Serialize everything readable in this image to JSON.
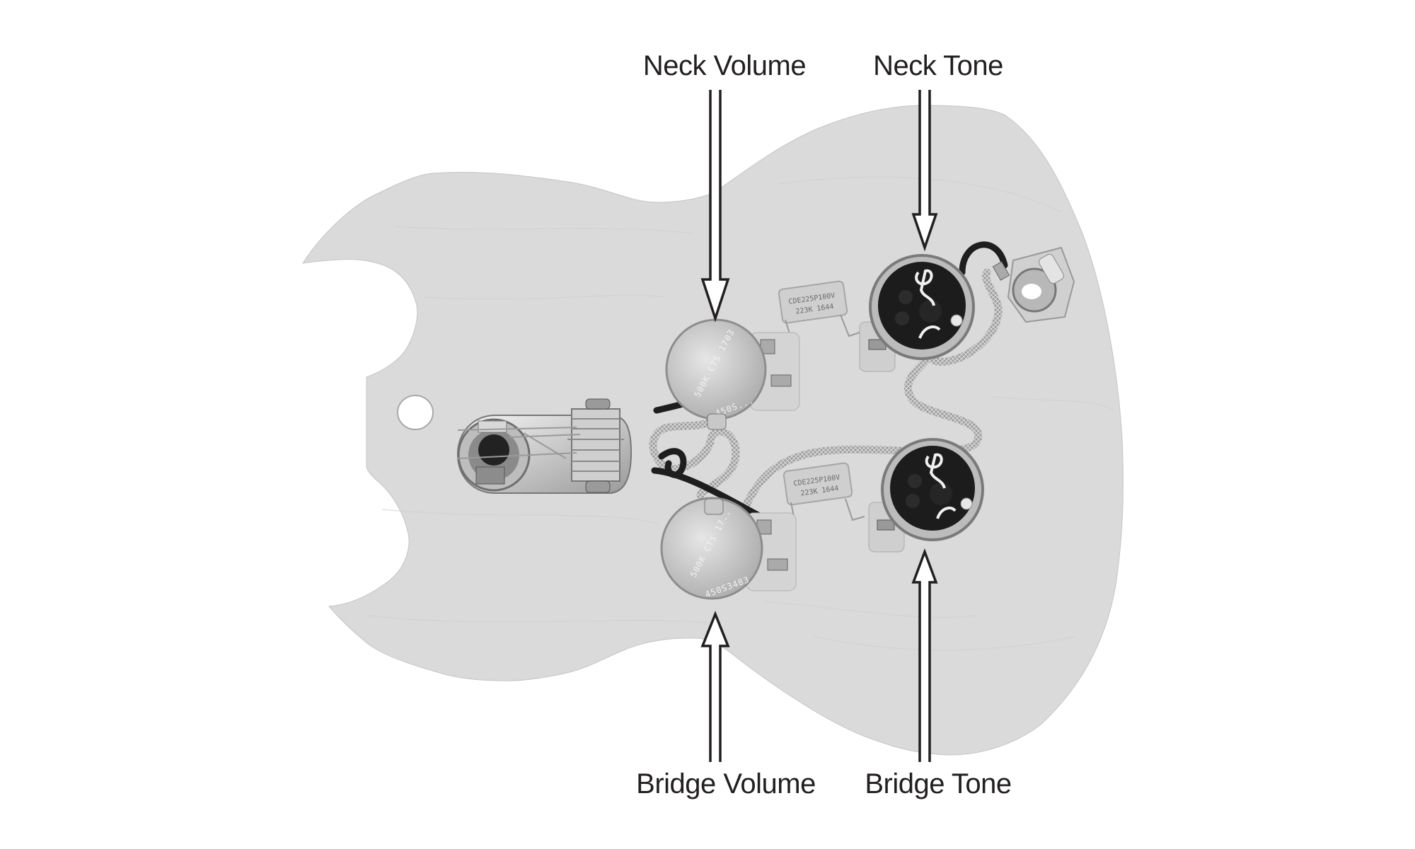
{
  "figure": {
    "subject": "SG-style guitar body wiring harness",
    "background_color": "#ffffff",
    "body_color": "#dadada",
    "arrow_color": "#231f20"
  },
  "labels": {
    "neck_volume": "Neck Volume",
    "neck_tone": "Neck Tone",
    "bridge_volume": "Bridge Volume",
    "bridge_tone": "Bridge Tone"
  },
  "components": {
    "neck_volume_pot": {
      "line1": "500K CTS 1703",
      "line2": "450S..."
    },
    "bridge_volume_pot": {
      "line1": "500K CTS 17..",
      "line2": "450S3483"
    },
    "neck_tone_capacitor": {
      "line1": "CDE225P100V",
      "line2": "223K 1644"
    },
    "bridge_tone_capacitor": {
      "line1": "CDE225P100V",
      "line2": "223K 1644"
    }
  }
}
